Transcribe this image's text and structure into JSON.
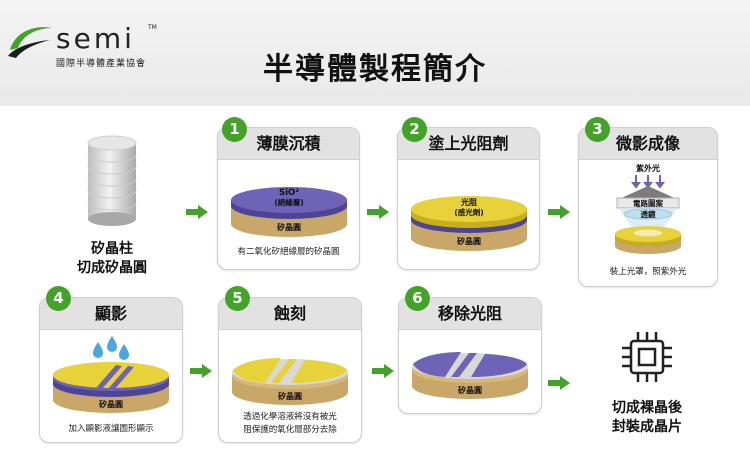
{
  "org": {
    "logo_word": "semi",
    "logo_tm": "TM",
    "name": "國際半導體產業協會"
  },
  "title": "半導體製程簡介",
  "ingot": {
    "label_line1": "矽晶柱",
    "label_line2": "切成矽晶圓"
  },
  "steps": [
    {
      "number": "1",
      "title": "薄膜沉積",
      "layer_label": "SiO²",
      "layer_label2": "(絕緣層)",
      "wafer_label": "矽晶圓",
      "caption": "有二氧化矽絕緣層的矽晶圓"
    },
    {
      "number": "2",
      "title": "塗上光阻劑",
      "layer_label": "光阻",
      "layer_label2": "(感光劑)",
      "wafer_label": "矽晶圓"
    },
    {
      "number": "3",
      "title": "微影成像",
      "light_label": "紫外光",
      "mask_label": "電路圖案",
      "lens_label": "透鏡",
      "caption": "裝上光罩，照紫外光"
    },
    {
      "number": "4",
      "title": "顯影",
      "wafer_label": "矽晶圓",
      "caption": "加入顯影液讓圖形顯示"
    },
    {
      "number": "5",
      "title": "蝕刻",
      "wafer_label": "矽晶圓",
      "caption_line1": "透過化學溶液將沒有被光",
      "caption_line2": "阻保護的氧化層部分去除"
    },
    {
      "number": "6",
      "title": "移除光阻",
      "wafer_label": "矽晶圓"
    }
  ],
  "final": {
    "label_line1": "切成裸晶後",
    "label_line2": "封裝成晶片"
  },
  "colors": {
    "accent_green": "#43a329",
    "photoresist_yellow": "#e7d23a",
    "oxide_purple": "#6f63b8",
    "wafer_tan": "#c9a769"
  }
}
